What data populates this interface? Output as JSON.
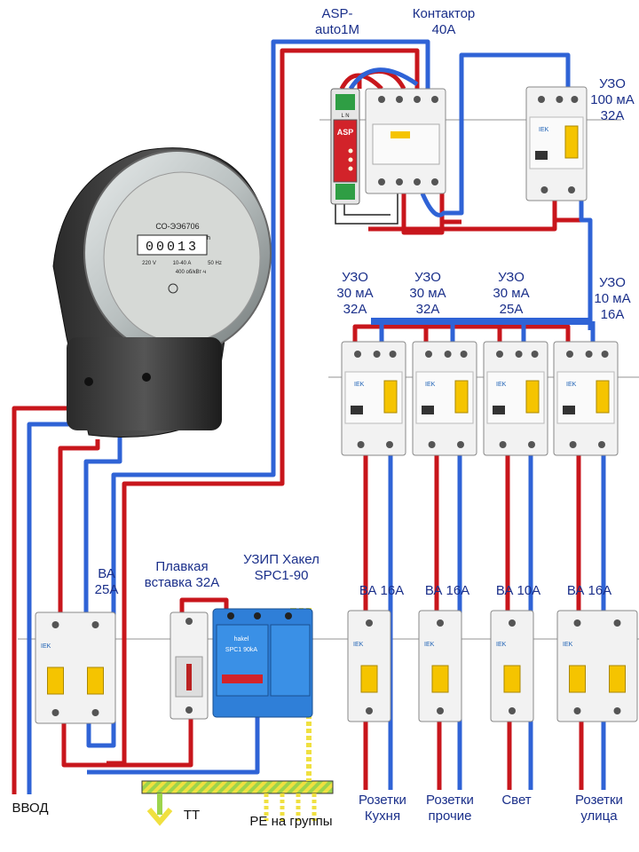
{
  "labels": {
    "asp": [
      "ASP-",
      "auto1M"
    ],
    "contactor": [
      "Контактор",
      "40А"
    ],
    "rcd_main": [
      "УЗО",
      "100 мА",
      "32А"
    ],
    "rcd1": [
      "УЗО",
      "30 мА",
      "32А"
    ],
    "rcd2": [
      "УЗО",
      "30 мА",
      "32А"
    ],
    "rcd3": [
      "УЗО",
      "30 мА",
      "25А"
    ],
    "rcd4": [
      "УЗО",
      "10 мА",
      "16А"
    ],
    "va_main": [
      "ВА",
      "25А"
    ],
    "fuse": [
      "Плавкая",
      "вставка 32А"
    ],
    "spd": [
      "УЗИП Хакел",
      "SPC1-90"
    ],
    "b1": "ВА 16А",
    "b2": "ВА 16А",
    "b3": "ВА 10А",
    "b4": "ВА 16А",
    "out1": [
      "Розетки",
      "Кухня"
    ],
    "out2": [
      "Розетки",
      "прочие"
    ],
    "out3": "Свет",
    "out4": [
      "Розетки",
      "улица"
    ],
    "input": "ВВОД",
    "tt": "ТТ",
    "pe": "PE на группы"
  },
  "meter": {
    "model": "СО-ЭЭ6706",
    "unit": "kWh",
    "digits": "00013",
    "spec_left": "220 V",
    "spec_mid": "10-40 A",
    "spec_right": "50 Hz",
    "rate": "400 об/кВт·ч"
  },
  "devices": {
    "relay_brand": "ASP",
    "relay_terminals": "L N",
    "spd_brand": "hakel",
    "spd_model": "SPC1 90kA",
    "breaker_brand": "IEK"
  },
  "colors": {
    "phase": "#c8161c",
    "neutral": "#2f63d6",
    "earth_fill": "#9cd44c",
    "earth_stripe": "#f0e040",
    "label": "#1a2f8a",
    "device_body": "#f2f2f2",
    "lever": "#f5c400",
    "spd_body": "#2f7fd8"
  }
}
